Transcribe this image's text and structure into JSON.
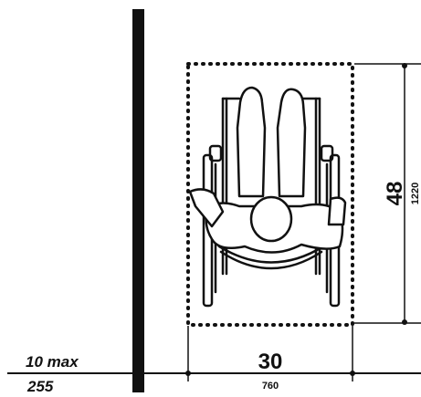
{
  "clearance": {
    "width_in": "30",
    "width_mm": "760",
    "depth_in": "48",
    "depth_mm": "1220"
  },
  "wall_offset": {
    "inches_label": "10 max",
    "mm": "255"
  },
  "colors": {
    "ink": "#111111",
    "background": "#ffffff"
  }
}
